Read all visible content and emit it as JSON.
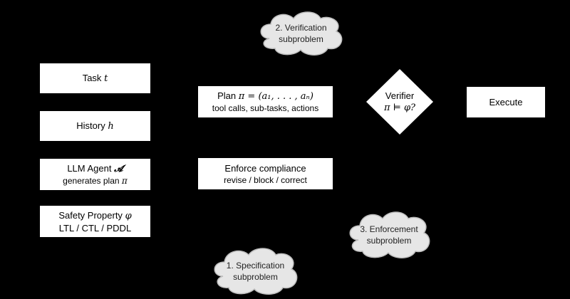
{
  "nodes": {
    "task": {
      "label": "Task",
      "var": "t"
    },
    "history": {
      "label": "History",
      "var": "h"
    },
    "agent": {
      "label": "LLM Agent",
      "var": "𝓐",
      "sub_text": "generates plan",
      "sub_var": "π"
    },
    "safety": {
      "label": "Safety Property",
      "var": "φ",
      "sub": "LTL / CTL / PDDL"
    },
    "plan": {
      "label": "Plan",
      "formula": "π = (a₁, . . . , aₙ)",
      "sub": "tool calls, sub-tasks, actions"
    },
    "enforce": {
      "label": "Enforce compliance",
      "sub": "revise / block / correct"
    },
    "verifier": {
      "label": "Verifier",
      "formula": "π ⊨ φ?"
    },
    "execute": {
      "label": "Execute"
    }
  },
  "clouds": {
    "verification": {
      "line1": "2. Verification",
      "line2": "subproblem"
    },
    "enforcement": {
      "line1": "3. Enforcement",
      "line2": "subproblem"
    },
    "specification": {
      "line1": "1. Specification",
      "line2": "subproblem"
    }
  },
  "colors": {
    "background": "#000000",
    "box": "#ffffff",
    "cloud": "#e6e6e6",
    "cloud_stroke": "#bdbdbd"
  }
}
